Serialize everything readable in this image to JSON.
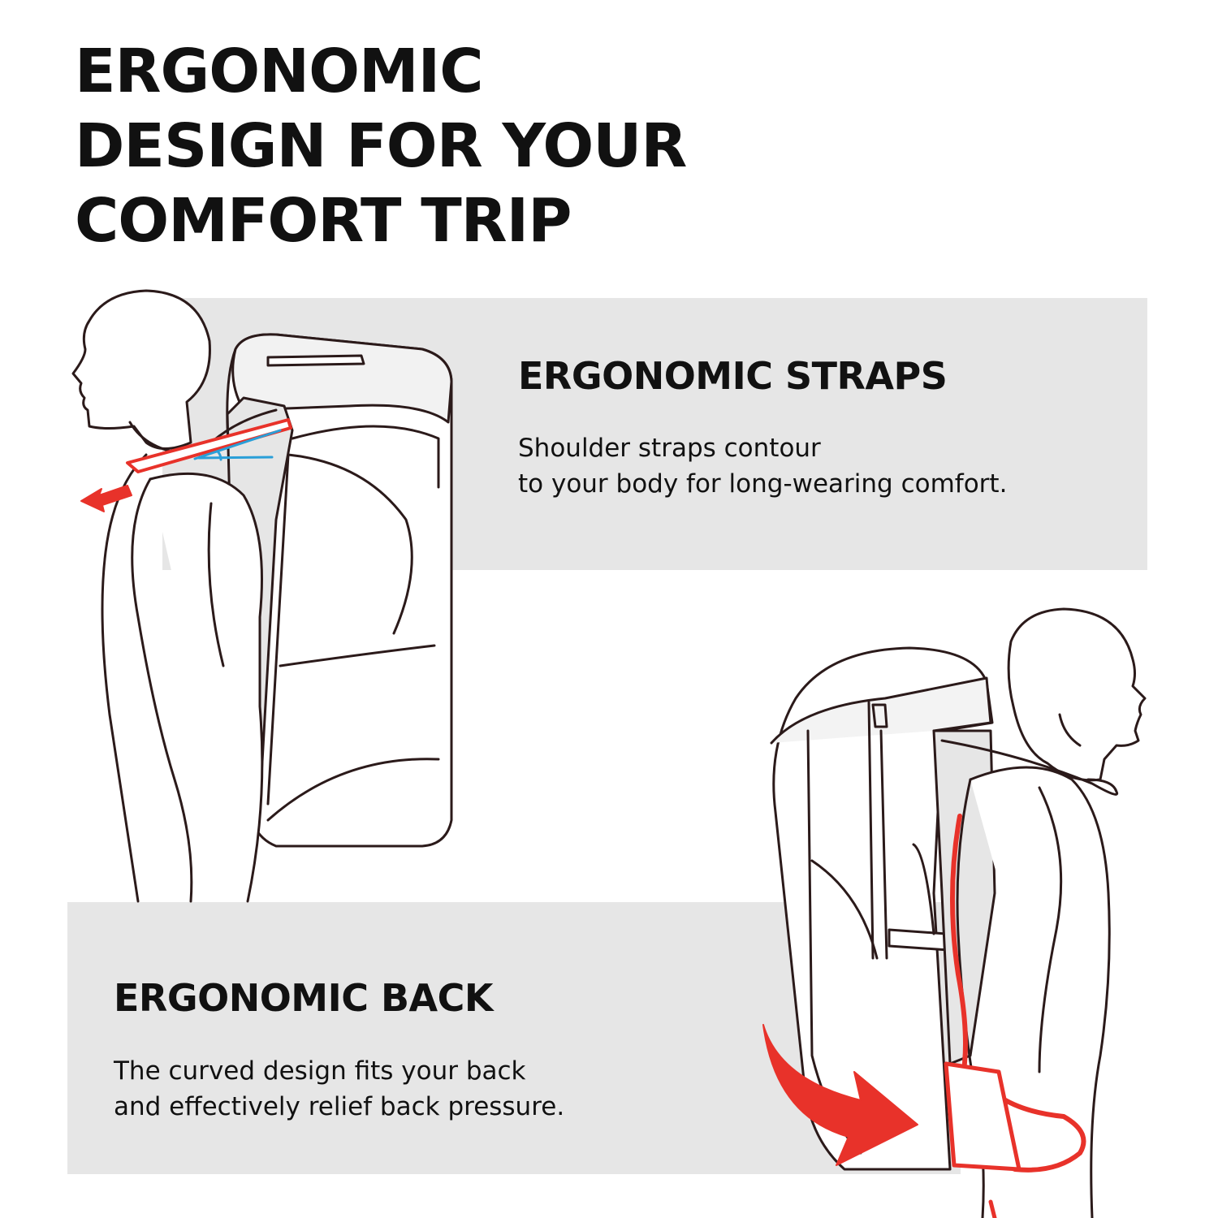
{
  "headline": {
    "lines": [
      "ERGONOMIC",
      "DESIGN FOR YOUR",
      "COMFORT TRIP"
    ]
  },
  "features": {
    "straps": {
      "title": "ERGONOMIC STRAPS",
      "description_lines": [
        "Shoulder straps contour",
        "to your body for long-wearing comfort."
      ]
    },
    "back": {
      "title": "ERGONOMIC BACK",
      "description_lines": [
        "The curved design fits your back",
        "and effectively relief back pressure."
      ]
    }
  },
  "colors": {
    "panel": "#e6e6e6",
    "accent_red": "#e8322a",
    "accent_blue": "#2a9fd8",
    "line_art": "#2b1a1a"
  }
}
